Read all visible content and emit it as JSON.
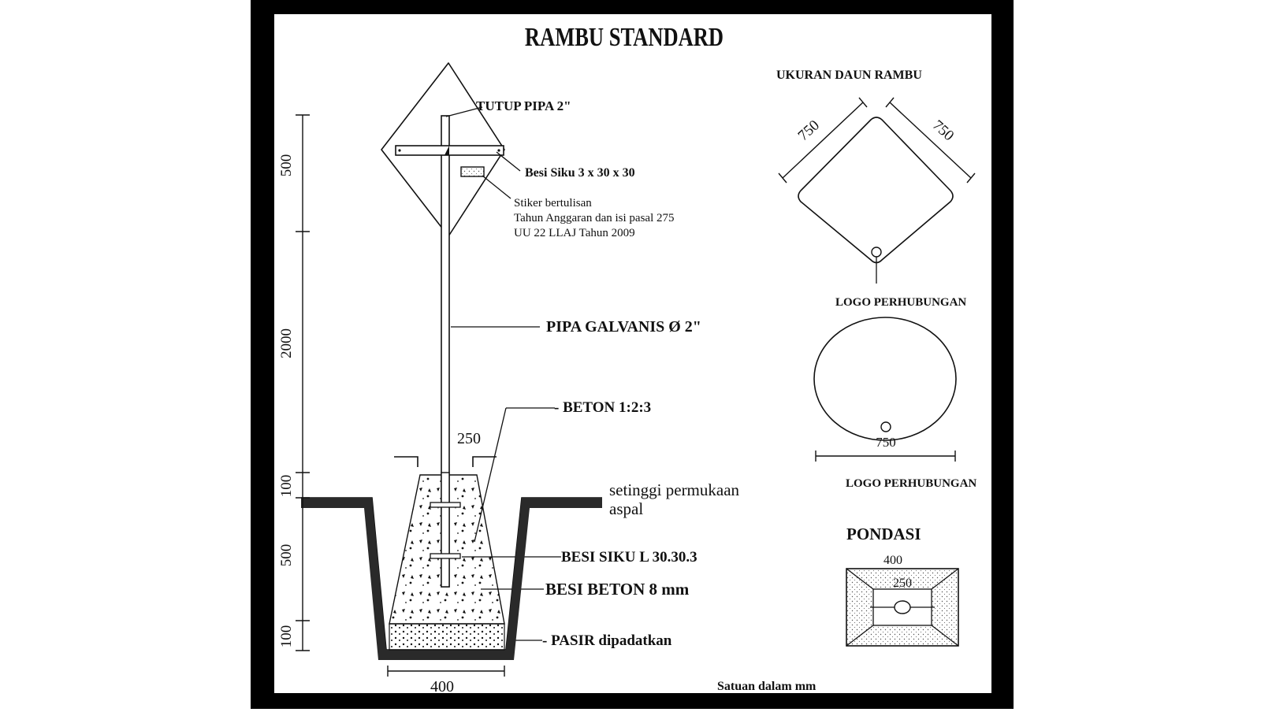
{
  "title": "RAMBU STANDARD",
  "labels": {
    "tutup_pipa": "TUTUP PIPA 2\"",
    "besi_siku_top": "Besi Siku 3 x 30 x 30",
    "stiker_line1": "Stiker bertulisan",
    "stiker_line2": "Tahun Anggaran dan isi pasal 275",
    "stiker_line3": "UU 22 LLAJ Tahun 2009",
    "pipa_galvanis": "PIPA GALVANIS Ø 2\"",
    "beton": "- BETON 1:2:3",
    "width_250": "250",
    "permukaan_line1": "setinggi permukaan",
    "permukaan_line2": "aspal",
    "besi_siku_bottom": "BESI SIKU L 30.30.3",
    "besi_beton": "BESI BETON 8 mm",
    "pasir": "- PASIR dipadatkan",
    "width_400": "400",
    "satuan": "Satuan dalam mm"
  },
  "vertical_dims": [
    "500",
    "2000",
    "100",
    "500",
    "100"
  ],
  "ukuran": {
    "title": "UKURAN DAUN RAMBU",
    "side_left": "750",
    "side_right": "750",
    "logo_label": "LOGO PERHUBUNGAN"
  },
  "circle": {
    "diameter": "750",
    "logo_label": "LOGO PERHUBUNGAN"
  },
  "pondasi": {
    "title": "PONDASI",
    "outer": "400",
    "inner": "250"
  },
  "colors": {
    "frame": "#000000",
    "paper": "#ffffff",
    "ink": "#111111",
    "asphalt": "#2a2a2a",
    "concrete_fill": "#f4f4f4",
    "sand_fill": "#e8e8e8"
  }
}
